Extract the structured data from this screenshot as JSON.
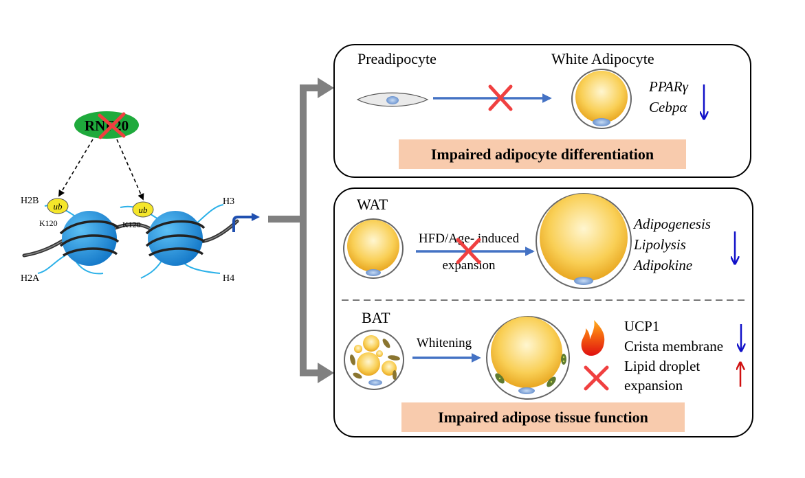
{
  "left": {
    "enzyme": "RNF20",
    "histones": {
      "h2b": "H2B",
      "h2a": "H2A",
      "h3": "H3",
      "h4": "H4"
    },
    "ub_tag": "ub",
    "lysine": "K120"
  },
  "panel_top": {
    "cell_from": "Preadipocyte",
    "cell_to": "White Adipocyte",
    "genes": [
      "PPARγ",
      "Cebpα"
    ],
    "banner": "Impaired adipocyte differentiation"
  },
  "panel_bottom": {
    "wat": {
      "label": "WAT",
      "arrow_text_1": "HFD/Age- induced",
      "arrow_text_2": "expansion",
      "effects": [
        "Adipogenesis",
        "Lipolysis",
        "Adipokine"
      ]
    },
    "bat": {
      "label": "BAT",
      "arrow_text": "Whitening",
      "effects": [
        "UCP1",
        "Crista membrane",
        "Lipid droplet",
        "expansion"
      ]
    },
    "banner": "Impaired adipose tissue function"
  },
  "colors": {
    "down_arrow": "#1010c8",
    "up_arrow": "#d01010",
    "process_arrow": "#4472c4",
    "banner_bg": "#f8cbad",
    "fat": "#f5c342",
    "nucleosome": "#1e90d8",
    "enzyme_bg": "#1faa3c",
    "cross": "#f04040"
  }
}
